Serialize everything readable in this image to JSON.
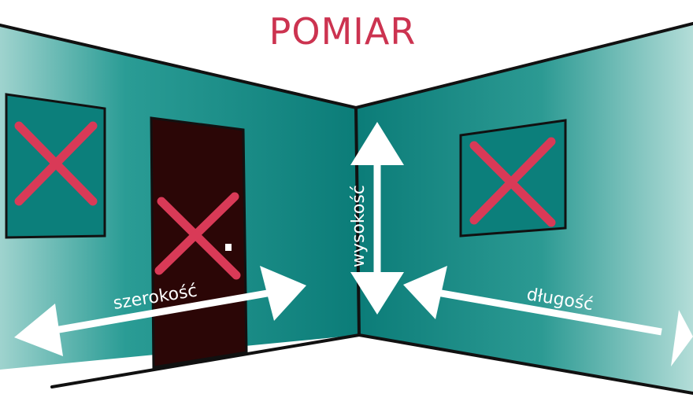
{
  "title": "POMIAR",
  "labels": {
    "width": "szerokość",
    "height": "wysokość",
    "length": "długość"
  },
  "colors": {
    "title": "#cc3350",
    "wall_dark": "#0c7f7b",
    "wall_light": "#a6d5d0",
    "door": "#2b0606",
    "cross": "#d93a57",
    "outline": "#111111",
    "arrow": "#ffffff"
  },
  "icons": {
    "window_mark": "cross-icon",
    "door_mark": "cross-icon",
    "dimension_arrows": "double-arrow-icon"
  }
}
